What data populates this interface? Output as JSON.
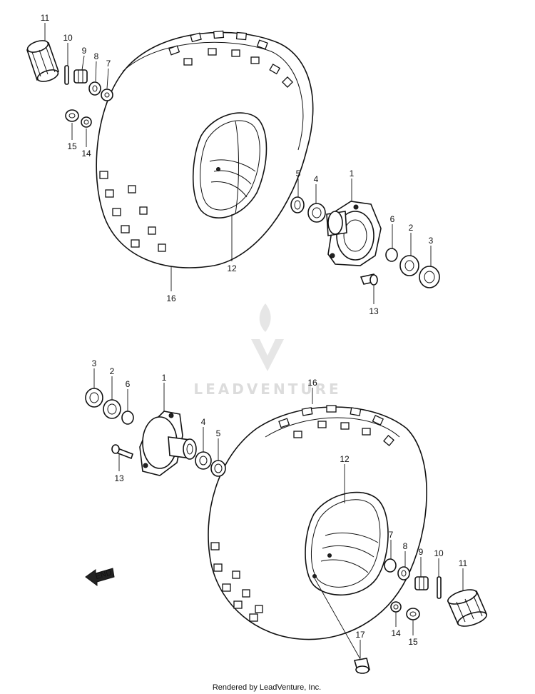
{
  "watermark": "LEADVENTURE",
  "footer": "Rendered by LeadVenture, Inc.",
  "arrow_label": "END",
  "labels": {
    "top": [
      {
        "id": "t11",
        "text": "11"
      },
      {
        "id": "t10",
        "text": "10"
      },
      {
        "id": "t9",
        "text": "9"
      },
      {
        "id": "t8",
        "text": "8"
      },
      {
        "id": "t7",
        "text": "7"
      },
      {
        "id": "t15",
        "text": "15"
      },
      {
        "id": "t14",
        "text": "14"
      },
      {
        "id": "t5",
        "text": "5"
      },
      {
        "id": "t4",
        "text": "4"
      },
      {
        "id": "t1",
        "text": "1"
      },
      {
        "id": "t6",
        "text": "6"
      },
      {
        "id": "t2",
        "text": "2"
      },
      {
        "id": "t3",
        "text": "3"
      },
      {
        "id": "t12",
        "text": "12"
      },
      {
        "id": "t13",
        "text": "13"
      },
      {
        "id": "t16",
        "text": "16"
      }
    ],
    "bottom": [
      {
        "id": "b3",
        "text": "3"
      },
      {
        "id": "b2",
        "text": "2"
      },
      {
        "id": "b6",
        "text": "6"
      },
      {
        "id": "b1",
        "text": "1"
      },
      {
        "id": "b16",
        "text": "16"
      },
      {
        "id": "b13",
        "text": "13"
      },
      {
        "id": "b4",
        "text": "4"
      },
      {
        "id": "b5",
        "text": "5"
      },
      {
        "id": "b12",
        "text": "12"
      },
      {
        "id": "b7",
        "text": "7"
      },
      {
        "id": "b8",
        "text": "8"
      },
      {
        "id": "b9",
        "text": "9"
      },
      {
        "id": "b10",
        "text": "10"
      },
      {
        "id": "b11",
        "text": "11"
      },
      {
        "id": "b14",
        "text": "14"
      },
      {
        "id": "b15",
        "text": "15"
      },
      {
        "id": "b17",
        "text": "17"
      }
    ]
  }
}
